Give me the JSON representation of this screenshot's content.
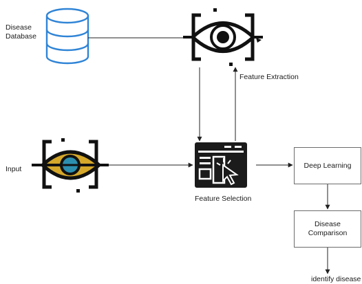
{
  "nodes": {
    "disease_database": {
      "label_line1": "Disease",
      "label_line2": "Database"
    },
    "feature_extraction": {
      "label": "Feature Extraction"
    },
    "input": {
      "label": "Input"
    },
    "feature_selection": {
      "label": "Feature Selection"
    },
    "deep_learning": {
      "label": "Deep Learning"
    },
    "disease_comparison": {
      "label_line1": "Disease",
      "label_line2": "Comparison"
    },
    "identify_disease": {
      "label": "identify disease"
    }
  },
  "colors": {
    "database": "#2f84d6",
    "input_eye_fill": "#d6a82a",
    "input_iris": "#2c8fb0",
    "icon_dark": "#111111",
    "arrow": "#222222"
  },
  "icons": {
    "database": "database-icon",
    "extraction": "eye-scan-icon",
    "input": "colored-eye-scan-icon",
    "selection": "window-cursor-icon"
  }
}
